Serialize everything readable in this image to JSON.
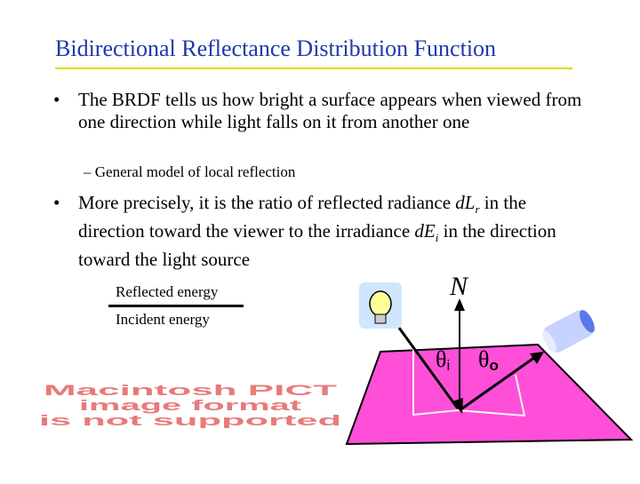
{
  "slide": {
    "title": "Bidirectional Reflectance Distribution Function",
    "bullet1": {
      "marker": "•",
      "text": "The BRDF tells us how bright a surface appears when viewed from one direction while light falls on it from another one"
    },
    "sub1": "– General model of local reflection",
    "bullet2": {
      "marker": "•",
      "part1": "More precisely, it is the ratio of reflected radiance ",
      "dLr": "dL",
      "dLr_sub": "r",
      "part2": " in the direction toward the viewer to the irradiance ",
      "dEi": "dE",
      "dEi_sub": "i",
      "part3": " in the direction toward the light source"
    },
    "fraction": {
      "numerator": "Reflected energy",
      "denominator": "Incident energy"
    },
    "pict_placeholder": {
      "line1": "Macintosh PICT",
      "line2": "image format",
      "line3": "is not supported"
    },
    "diagram": {
      "normal_label": "N",
      "theta_i": "θ",
      "theta_i_sub": "i",
      "theta_o": "θ",
      "theta_o_sub": "o",
      "surface_color": "#ff4fd8",
      "bulb_glow_color": "#cfe6ff",
      "bulb_color": "#ffff99",
      "camera_color": "#c8d2ff"
    }
  }
}
